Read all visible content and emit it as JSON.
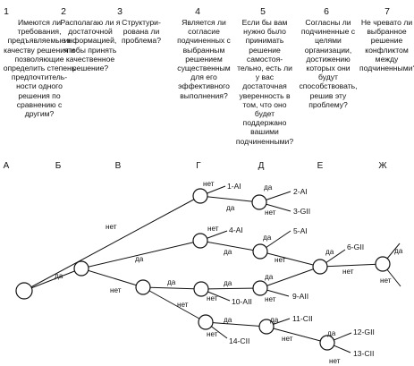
{
  "columns": [
    {
      "number": "1",
      "question": "Имеются ли требования, предъявляемые к качеству решения и позволяющие определить степень предпочтитель-ности одного решения по сравнению с другим?"
    },
    {
      "number": "2",
      "question": "Располагаю ли я достаточной информацией, чтобы принять качественное решение?"
    },
    {
      "number": "3",
      "question": "Структури-рована ли проблема?"
    },
    {
      "number": "4",
      "question": "Является ли согласие подчиненных с выбранным решением существенным для его эффективного выполнения?"
    },
    {
      "number": "5",
      "question": "Если бы вам нужно было принимать решение самостоя-тельно, есть ли у вас достаточная уверенность в том, что оно будет поддержано вашими подчиненными?"
    },
    {
      "number": "6",
      "question": "Согласны ли подчиненные с целями организации, достижению которых они будут способствовать, решив эту проблему?"
    },
    {
      "number": "7",
      "question": "Не чревато ли выбранное решение конфликтом между подчиненными?"
    }
  ],
  "letters": [
    "А",
    "Б",
    "В",
    "Г",
    "Д",
    "Е",
    "Ж"
  ],
  "tree": {
    "yes": "да",
    "no": "нет",
    "outcomes": [
      "1-AI",
      "2-AI",
      "3-GII",
      "4-AI",
      "5-AI",
      "6-GII",
      "9-AII",
      "10-AII",
      "11-CII",
      "12-GII",
      "13-CII",
      "14-CII"
    ]
  }
}
